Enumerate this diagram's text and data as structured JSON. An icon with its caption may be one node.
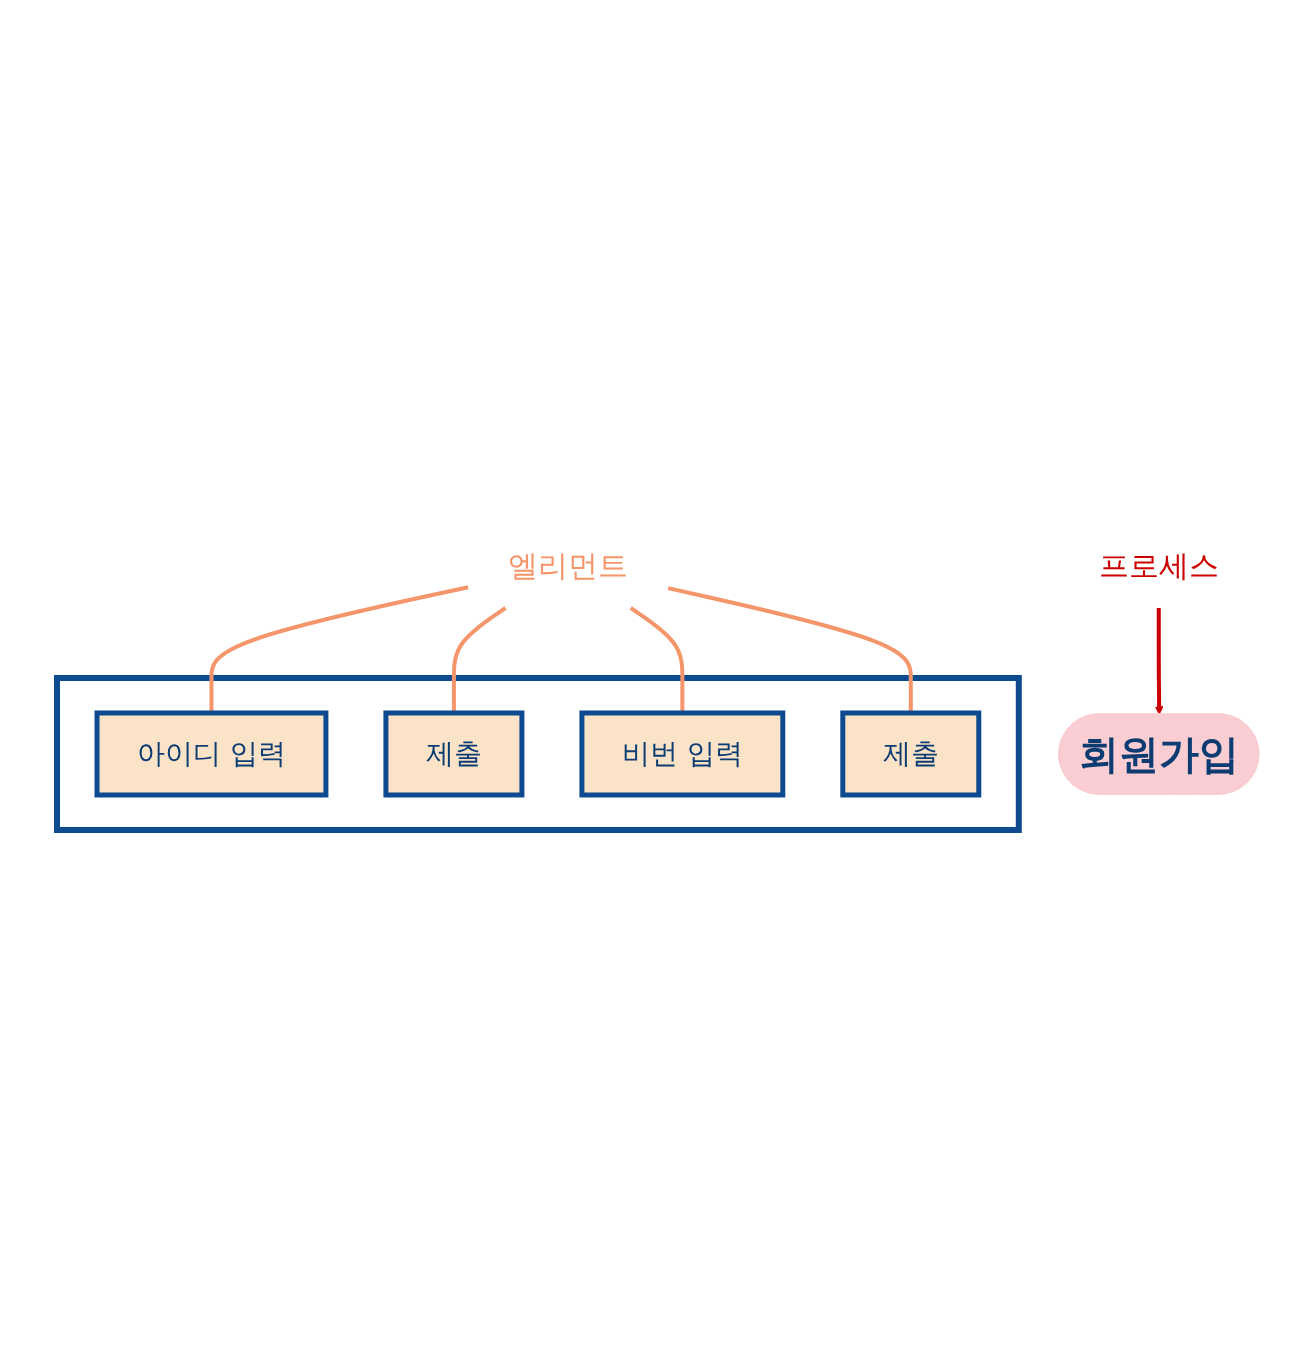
{
  "diagram": {
    "nodes": [
      {
        "text": [
          "회원가입"
        ]
      },
      {
        "text": [
          "프로세스"
        ]
      },
      {
        "text": [],
        "shape": "box"
      },
      {
        "text": [
          "아이디 입력"
        ],
        "in": 2
      },
      {
        "text": [
          "제출"
        ],
        "in": 2
      },
      {
        "text": [
          "비번 입력"
        ],
        "in": 2
      },
      {
        "text": [
          "제출"
        ],
        "in": 2
      },
      {
        "text": [
          "엘리먼트"
        ]
      }
    ],
    "edges": [
      {
        "from": 1,
        "to": 0,
        "arrow": "to",
        "color": "#cc0000"
      },
      {
        "from": 7,
        "to": 3,
        "arrow": "none"
      },
      {
        "from": 7,
        "to": 4,
        "arrow": "none"
      },
      {
        "from": 7,
        "to": 5,
        "arrow": "none"
      },
      {
        "from": 7,
        "to": 6,
        "arrow": "none"
      }
    ]
  }
}
